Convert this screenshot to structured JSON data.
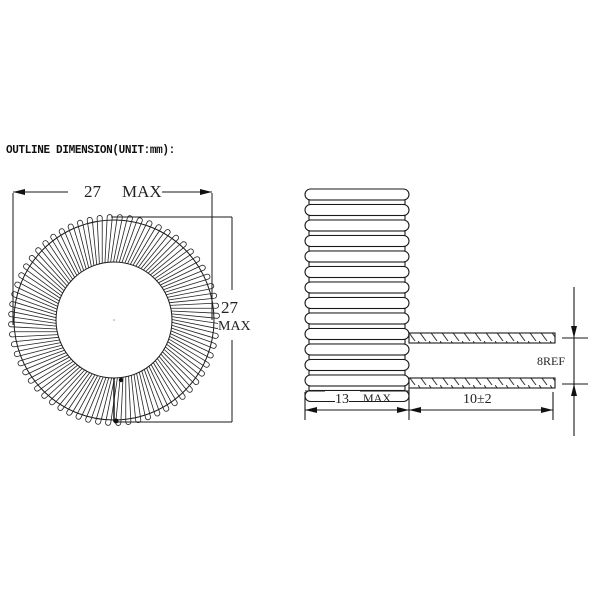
{
  "drawing": {
    "title": "OUTLINE DIMENSION(UNIT:mm):",
    "unit": "mm",
    "line_color": "#1a1a1a",
    "background": "#ffffff"
  },
  "front_view": {
    "width_value": "27",
    "width_suffix": "MAX",
    "height_value": "27",
    "height_suffix": "MAX"
  },
  "side_view": {
    "coil_width_value": "13",
    "coil_width_suffix": "MAX",
    "lead_length": "10±2",
    "lead_spacing": "8REF",
    "coil_turns_visible": 14,
    "leads": 2
  }
}
